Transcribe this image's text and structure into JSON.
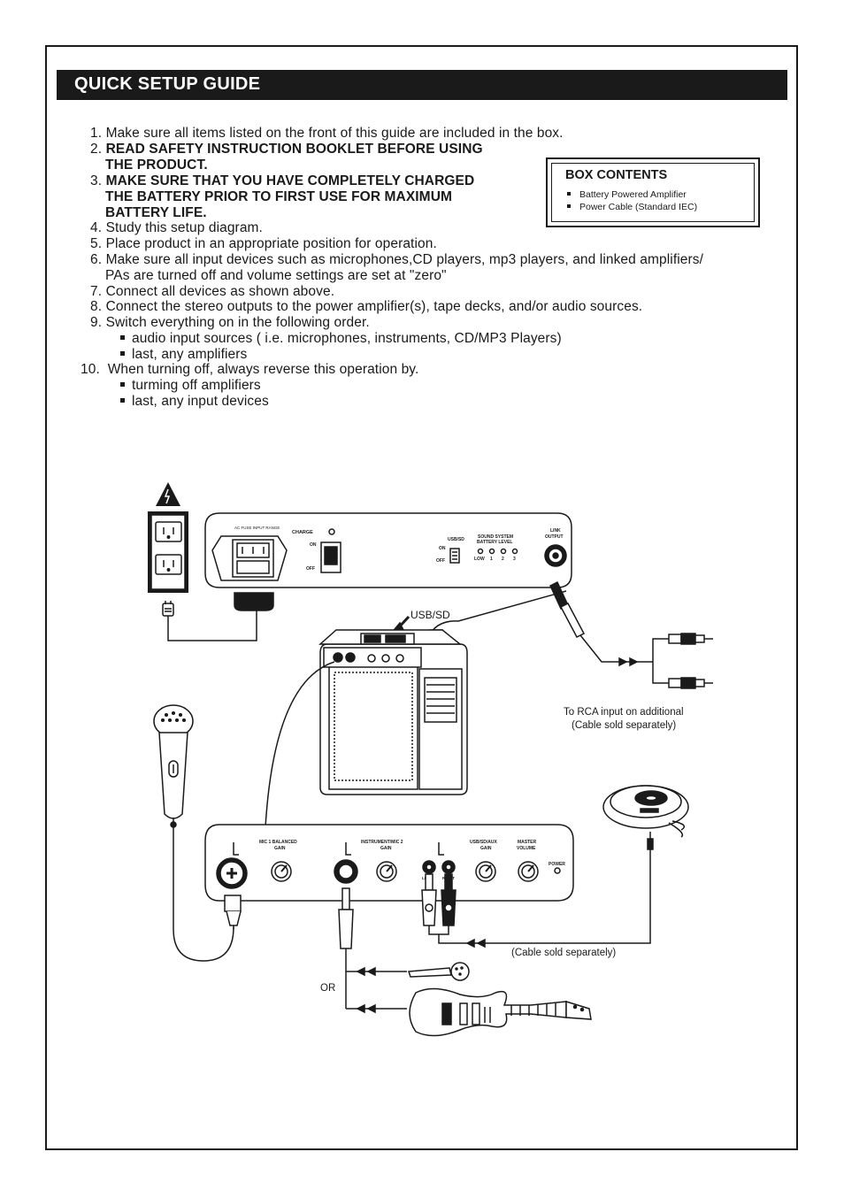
{
  "header": {
    "title": "QUICK SETUP GUIDE"
  },
  "steps": [
    {
      "num": "1.",
      "text": "Make sure all items listed on the front of this guide are included in the box."
    },
    {
      "num": "2.",
      "text": "READ SAFETY INSTRUCTION BOOKLET BEFORE USING",
      "cont": "THE PRODUCT."
    },
    {
      "num": "3.",
      "text": "MAKE SURE THAT YOU HAVE COMPLETELY CHARGED",
      "cont": "THE BATTERY PRIOR TO FIRST USE FOR MAXIMUM",
      "cont2": "BATTERY LIFE."
    },
    {
      "num": "4.",
      "text": "Study this setup diagram."
    },
    {
      "num": "5.",
      "text": "Place product in an appropriate position for operation."
    },
    {
      "num": "6.",
      "text": "Make sure all input devices such as microphones,CD players, mp3 players, and linked amplifiers/",
      "cont": "PAs are turned off and volume settings are set at \"zero\""
    },
    {
      "num": "7.",
      "text": "Connect all devices as shown above."
    },
    {
      "num": "8.",
      "text": "Connect the stereo outputs to the power amplifier(s), tape decks, and/or audio sources."
    },
    {
      "num": "9.",
      "text": "Switch everything on in the following order.",
      "bullets": [
        "audio input sources ( i.e. microphones, instruments, CD/MP3 Players)",
        "last, any amplifiers"
      ]
    },
    {
      "num": "10.",
      "text": "When turning off, always reverse this operation by.",
      "bullets": [
        "turming off amplifiers",
        "last, any input devices"
      ]
    }
  ],
  "box_contents": {
    "title": "BOX CONTENTS",
    "items": [
      "Battery Powered Amplifier",
      "Power Cable (Standard IEC)"
    ]
  },
  "diagram": {
    "rear_panel": {
      "ac_label": "AC FUSE INPUT RANGE",
      "charge": "CHARGE",
      "on": "ON",
      "off": "OFF",
      "usb_sd": "USB/SD",
      "sound_system": "SOUND SYSTEM",
      "battery_level": "BATTERY LEVEL",
      "levels": [
        "LOW",
        "1",
        "2",
        "3"
      ],
      "link": "LINK",
      "output": "OUTPUT"
    },
    "usb_sd_callout": "USB/SD",
    "rca_note_1": "To RCA input on additional",
    "rca_note_2": "(Cable sold separately)",
    "front_panel": {
      "mic1_a": "MIC 1 BALANCED",
      "mic1_b": "GAIN",
      "inst_a": "INSTRUMENT/MIC 2",
      "inst_b": "GAIN",
      "usb_a": "USB/SD/AUX",
      "usb_b": "GAIN",
      "master_a": "MASTER",
      "master_b": "VOLUME",
      "power": "POWER",
      "left": "LEFT",
      "right": "RIGHT"
    },
    "cable_note": "(Cable sold separately)",
    "or": "OR"
  }
}
